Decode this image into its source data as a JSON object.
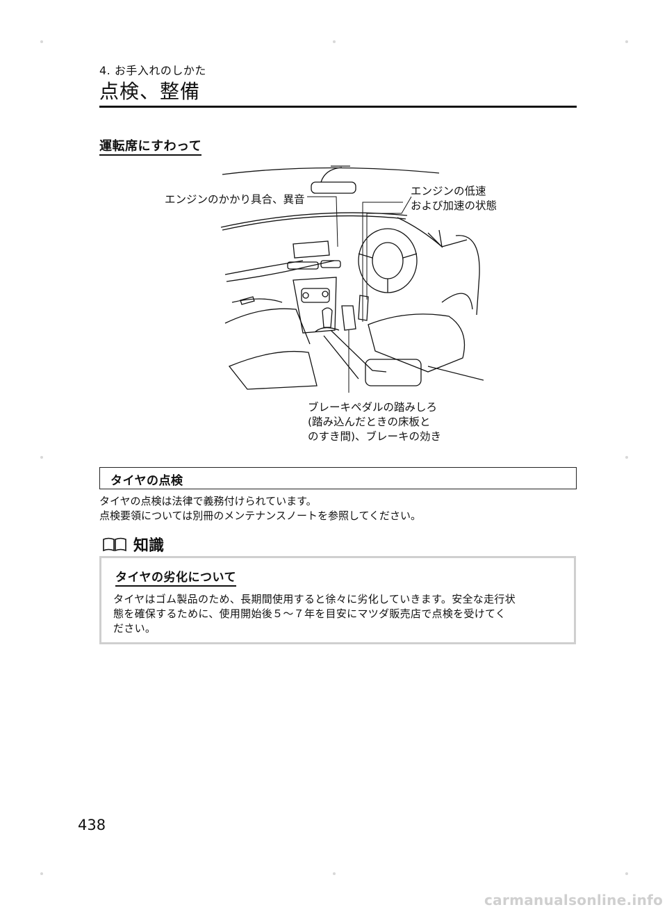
{
  "header": {
    "chapter": "4. お手入れのしかた",
    "section_title": "点検、整備"
  },
  "subheading": "運転席にすわって",
  "illustration": {
    "callouts": {
      "engine_start": "エンジンのかかり具合、異音",
      "engine_low": [
        "エンジンの低速",
        "および加速の状態"
      ],
      "brake": [
        "ブレーキペダルの踏みしろ",
        "(踏み込んだときの床板と",
        "のすき間)、ブレーキの効き"
      ]
    }
  },
  "tire_check": {
    "heading": "タイヤの点検",
    "lines": [
      "タイヤの点検は法律で義務付けられています。",
      "点検要領については別冊のメンテナンスノートを参照してください。"
    ]
  },
  "knowledge": {
    "label": "知識",
    "icon": "book-icon",
    "note_title": "タイヤの劣化について",
    "note_lines": [
      "タイヤはゴム製品のため、長期間使用すると徐々に劣化していきます。安全な走行状",
      "態を確保するために、使用開始後５～７年を目安にマツダ販売店で点検を受けてく",
      "ださい。"
    ]
  },
  "page_number": "438",
  "watermark": "carmanualsonline.info"
}
